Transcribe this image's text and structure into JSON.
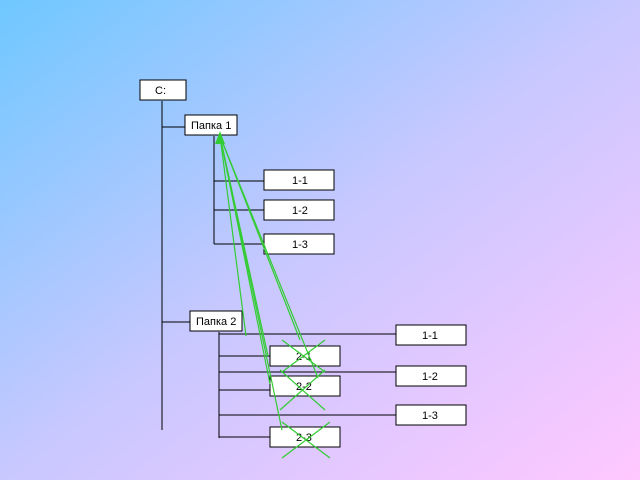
{
  "colors": {
    "bg_left": "#6ec8ff",
    "bg_mid": "#c8c8ff",
    "bg_right": "#ffc8ff",
    "box_fill": "#ffffff",
    "box_stroke": "#000000",
    "tree_line": "#000000",
    "green_line": "#33cc33"
  },
  "tree": {
    "root": "C:",
    "folder1": {
      "label": "Папка 1",
      "children": [
        "1-1",
        "1-2",
        "1-3"
      ]
    },
    "folder2": {
      "label": "Папка 2",
      "children": [
        "1-1",
        "1-2",
        "1-3"
      ],
      "removed_children": [
        "2-1",
        "2-2",
        "2-3"
      ]
    }
  }
}
